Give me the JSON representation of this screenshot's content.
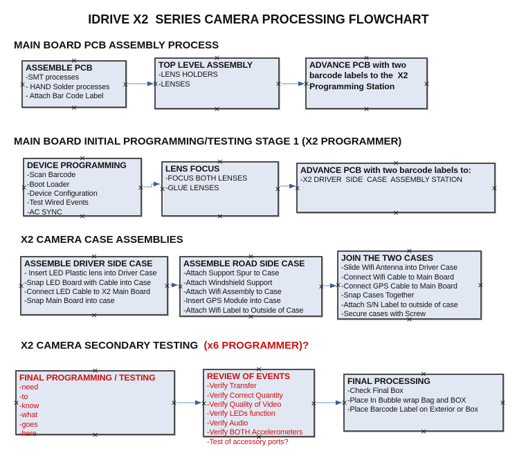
{
  "title": "IDRIVE X2  SERIES CAMERA PROCESSING FLOWCHART",
  "colors": {
    "box_fill": "#e2e8f3",
    "box_border": "#4d4d4d",
    "red_text": "#cc0f0f",
    "arrow_line": "#9db3cf",
    "arrow_head": "#3c5c9a"
  },
  "icons": {
    "connector_x": "×"
  },
  "sections": [
    {
      "header": "MAIN BOARD PCB ASSEMBLY PROCESS",
      "boxes": [
        {
          "title": "ASSEMBLE PCB",
          "items": [
            "-SMT processes",
            "- HAND Solder processes",
            "- Attach Bar Code Label"
          ]
        },
        {
          "title": "TOP LEVEL ASSEMBLY",
          "items": [
            "-LENS HOLDERS",
            "-LENSES"
          ]
        },
        {
          "title": "ADVANCE PCB with two barcode labels to the  X2 Programming Station",
          "items": []
        }
      ]
    },
    {
      "header": "MAIN BOARD INITIAL PROGRAMMING/TESTING STAGE 1 (X2 PROGRAMMER)",
      "boxes": [
        {
          "title": "DEVICE PROGRAMMING",
          "items": [
            "-Scan Barcode",
            "-Boot Loader",
            "-Device Configuration",
            "-Test Wired Events",
            "-AC SYNC"
          ]
        },
        {
          "title": "LENS FOCUS",
          "items": [
            "-FOCUS BOTH LENSES",
            "-GLUE LENSES"
          ]
        },
        {
          "title": "ADVANCE PCB with two barcode labels to:",
          "items": [
            "-X2 DRIVER  SIDE  CASE  ASSEMBLY STATION"
          ]
        }
      ]
    },
    {
      "header": "X2 CAMERA CASE ASSEMBLIES",
      "boxes": [
        {
          "title": "ASSEMBLE DRIVER SIDE CASE",
          "items": [
            "- Insert LED Plastic lens into Driver Case",
            "-Snap LED Board with Cable into Case",
            "-Connect LED Cable to X2 Main Board",
            "-Snap Main Board into case"
          ]
        },
        {
          "title": "ASSEMBLE ROAD SIDE CASE",
          "items": [
            "-Attach Support Spur to Case",
            "-Attach Windshield Support",
            "-Attach Wifi Assembly to Case",
            "-Insert GPS Module into Case",
            "-Attach Wifi Label to Outside of Case"
          ]
        },
        {
          "title": "JOIN THE TWO CASES",
          "items": [
            "-Slide Wifi Antenna into Driver Case",
            "-Connect Wifi Cable to Main Board",
            "-Connect GPS Cable to Main Board",
            "-Snap Cases Together",
            "-Attach S/N Label to outside of case",
            "-Secure cases with Screw"
          ]
        }
      ]
    },
    {
      "header": "X2 CAMERA SECONDARY TESTING  ",
      "header_suffix": "(x6 PROGRAMMER)?",
      "boxes": [
        {
          "title": "FINAL PROGRAMMING / TESTING",
          "items": [
            "-need",
            "-to",
            "-know",
            "-what",
            "-goes",
            "-here"
          ]
        },
        {
          "title": "REVIEW OF EVENTS",
          "items": [
            "-Verify Transfer",
            "-Verify Correct Quantity",
            "-Verify Quality of Video",
            "-Verify LEDs function",
            "-Verify Audio",
            "-Verify BOTH Accelerometers",
            "-Test of accessory ports?"
          ]
        },
        {
          "title": "FINAL PROCESSING",
          "items": [
            "-Check Final Box",
            "-Place In Bubble wrap Bag and BOX",
            "-Place Barcode Label on Exterior or Box"
          ]
        }
      ]
    }
  ]
}
